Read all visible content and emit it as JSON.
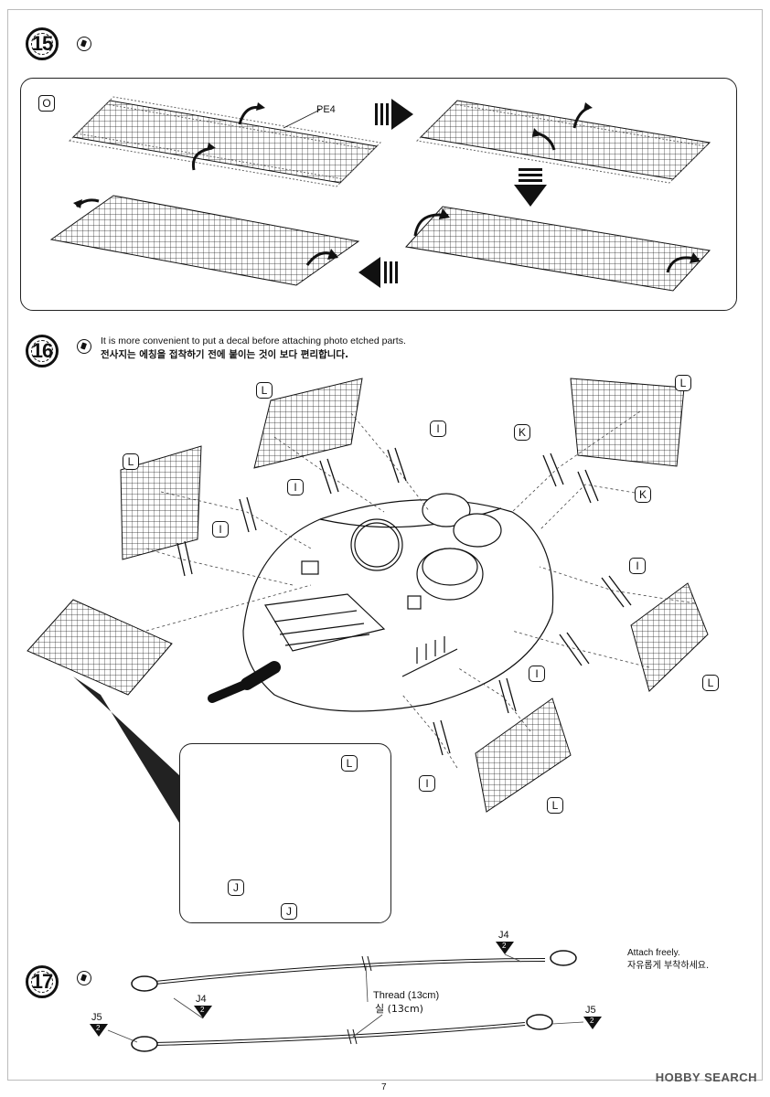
{
  "steps": {
    "s15": {
      "number": "15",
      "marker": "O",
      "part": "PE4"
    },
    "s16": {
      "number": "16",
      "note_en": "It is more convenient to put a decal before attaching photo etched parts.",
      "note_ko": "전사지는 에칭을 접착하기 전에 붙이는 것이 보다 편리합니다.",
      "labels": {
        "L": "L",
        "I": "I",
        "K": "K",
        "J": "J"
      }
    },
    "s17": {
      "number": "17",
      "thread_en": "Thread (13cm)",
      "thread_ko": "실 (13cm)",
      "attach_en": "Attach freely.",
      "attach_ko": "자유롭게 부착하세요.",
      "j4": "J4",
      "j5": "J5",
      "sprue_num": "2"
    }
  },
  "page_number": "7",
  "watermark": "HOBBY SEARCH"
}
